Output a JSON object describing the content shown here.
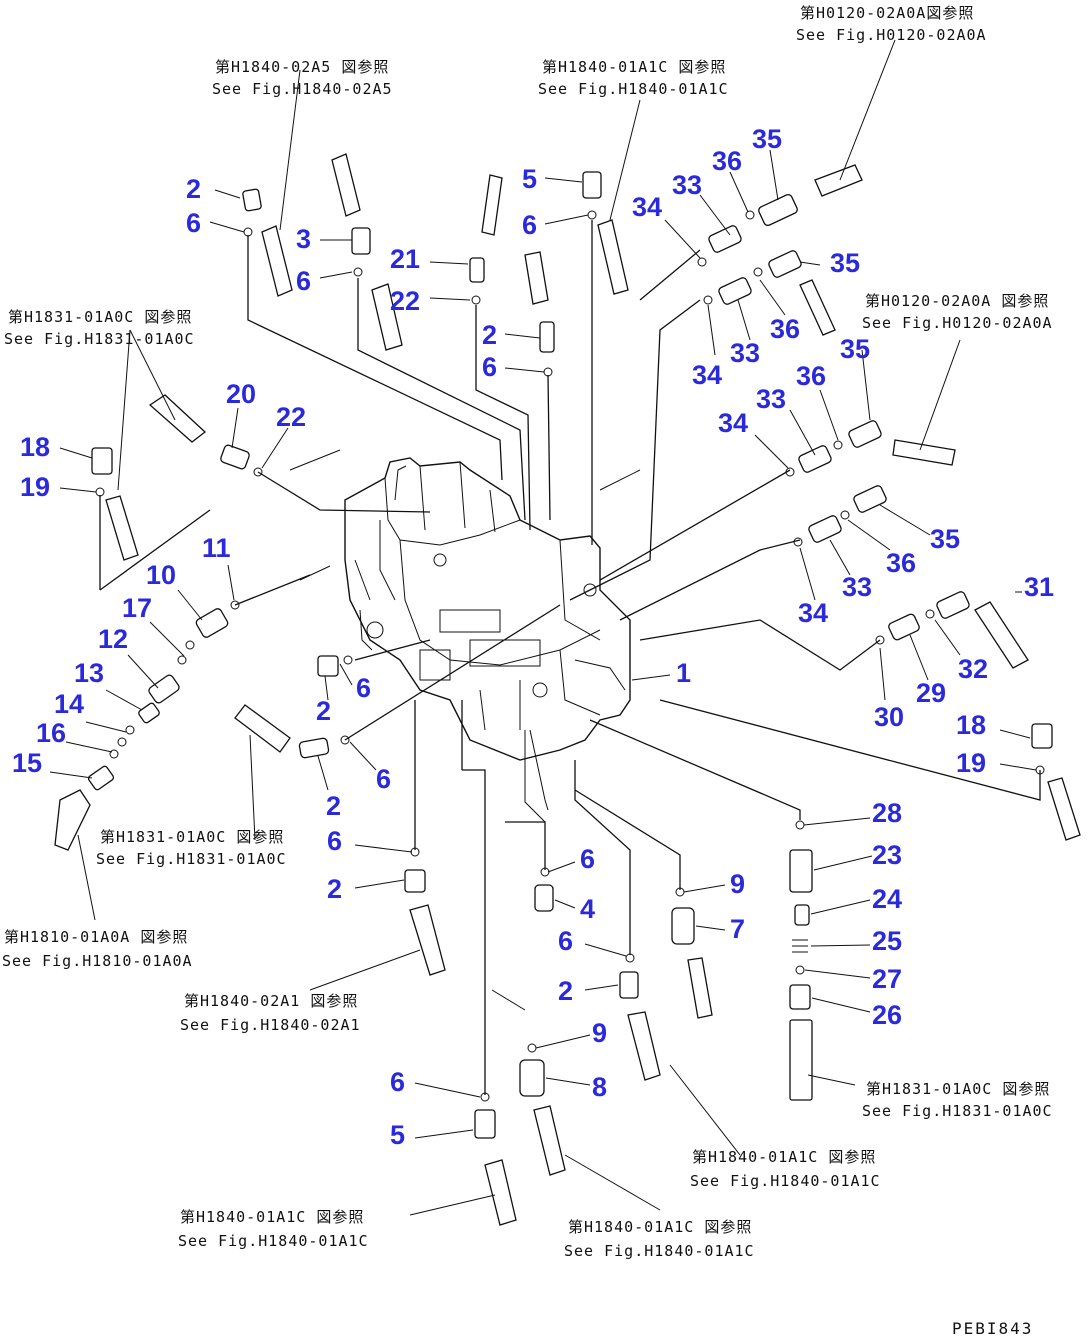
{
  "drawing_code": "PEBI843",
  "callouts": [
    {
      "id": "c-2a",
      "text": "2"
    },
    {
      "id": "c-6a",
      "text": "6"
    },
    {
      "id": "c-3",
      "text": "3"
    },
    {
      "id": "c-6b",
      "text": "6"
    },
    {
      "id": "c-21",
      "text": "21"
    },
    {
      "id": "c-22a",
      "text": "22"
    },
    {
      "id": "c-5a",
      "text": "5"
    },
    {
      "id": "c-6c",
      "text": "6"
    },
    {
      "id": "c-2b",
      "text": "2"
    },
    {
      "id": "c-6d",
      "text": "6"
    },
    {
      "id": "c-34a",
      "text": "34"
    },
    {
      "id": "c-33a",
      "text": "33"
    },
    {
      "id": "c-36a",
      "text": "36"
    },
    {
      "id": "c-35a",
      "text": "35"
    },
    {
      "id": "c-35b",
      "text": "35"
    },
    {
      "id": "c-36b",
      "text": "36"
    },
    {
      "id": "c-33b",
      "text": "33"
    },
    {
      "id": "c-34b",
      "text": "34"
    },
    {
      "id": "c-35c",
      "text": "35"
    },
    {
      "id": "c-36c",
      "text": "36"
    },
    {
      "id": "c-33c",
      "text": "33"
    },
    {
      "id": "c-34c",
      "text": "34"
    },
    {
      "id": "c-35d",
      "text": "35"
    },
    {
      "id": "c-36d",
      "text": "36"
    },
    {
      "id": "c-33d",
      "text": "33"
    },
    {
      "id": "c-34d",
      "text": "34"
    },
    {
      "id": "c-31",
      "text": "31"
    },
    {
      "id": "c-32",
      "text": "32"
    },
    {
      "id": "c-29",
      "text": "29"
    },
    {
      "id": "c-30",
      "text": "30"
    },
    {
      "id": "c-1",
      "text": "1"
    },
    {
      "id": "c-18a",
      "text": "18"
    },
    {
      "id": "c-19a",
      "text": "19"
    },
    {
      "id": "c-20",
      "text": "20"
    },
    {
      "id": "c-22b",
      "text": "22"
    },
    {
      "id": "c-11",
      "text": "11"
    },
    {
      "id": "c-10",
      "text": "10"
    },
    {
      "id": "c-17",
      "text": "17"
    },
    {
      "id": "c-12",
      "text": "12"
    },
    {
      "id": "c-13",
      "text": "13"
    },
    {
      "id": "c-14",
      "text": "14"
    },
    {
      "id": "c-16",
      "text": "16"
    },
    {
      "id": "c-15",
      "text": "15"
    },
    {
      "id": "c-6e",
      "text": "6"
    },
    {
      "id": "c-2c",
      "text": "2"
    },
    {
      "id": "c-2d",
      "text": "2"
    },
    {
      "id": "c-6f",
      "text": "6"
    },
    {
      "id": "c-6g",
      "text": "6"
    },
    {
      "id": "c-2e",
      "text": "2"
    },
    {
      "id": "c-6h",
      "text": "6"
    },
    {
      "id": "c-4",
      "text": "4"
    },
    {
      "id": "c-6i",
      "text": "6"
    },
    {
      "id": "c-2f",
      "text": "2"
    },
    {
      "id": "c-9a",
      "text": "9"
    },
    {
      "id": "c-7",
      "text": "7"
    },
    {
      "id": "c-9b",
      "text": "9"
    },
    {
      "id": "c-8",
      "text": "8"
    },
    {
      "id": "c-6j",
      "text": "6"
    },
    {
      "id": "c-5b",
      "text": "5"
    },
    {
      "id": "c-18b",
      "text": "18"
    },
    {
      "id": "c-19b",
      "text": "19"
    },
    {
      "id": "c-28",
      "text": "28"
    },
    {
      "id": "c-23",
      "text": "23"
    },
    {
      "id": "c-24",
      "text": "24"
    },
    {
      "id": "c-25",
      "text": "25"
    },
    {
      "id": "c-27",
      "text": "27"
    },
    {
      "id": "c-26",
      "text": "26"
    }
  ],
  "references": [
    {
      "id": "r1",
      "jp": "第H0120-02A0A図参照",
      "en": "See Fig.H0120-02A0A"
    },
    {
      "id": "r2",
      "jp": "第H1840-02A5 図参照",
      "en": "See Fig.H1840-02A5"
    },
    {
      "id": "r3",
      "jp": "第H1840-01A1C 図参照",
      "en": "See Fig.H1840-01A1C"
    },
    {
      "id": "r4",
      "jp": "第H1831-01A0C 図参照",
      "en": "See Fig.H1831-01A0C"
    },
    {
      "id": "r5",
      "jp": "第H0120-02A0A 図参照",
      "en": "See Fig.H0120-02A0A"
    },
    {
      "id": "r6",
      "jp": "第H1831-01A0C 図参照",
      "en": "See Fig.H1831-01A0C"
    },
    {
      "id": "r7",
      "jp": "第H1810-01A0A 図参照",
      "en": "See Fig.H1810-01A0A"
    },
    {
      "id": "r8",
      "jp": "第H1840-02A1 図参照",
      "en": "See Fig.H1840-02A1"
    },
    {
      "id": "r9",
      "jp": "第H1831-01A0C 図参照",
      "en": "See Fig.H1831-01A0C"
    },
    {
      "id": "r10",
      "jp": "第H1840-01A1C 図参照",
      "en": "See Fig.H1840-01A1C"
    },
    {
      "id": "r11",
      "jp": "第H1840-01A1C 図参照",
      "en": "See Fig.H1840-01A1C"
    },
    {
      "id": "r12",
      "jp": "第H1840-01A1C 図参照",
      "en": "See Fig.H1840-01A1C"
    }
  ]
}
